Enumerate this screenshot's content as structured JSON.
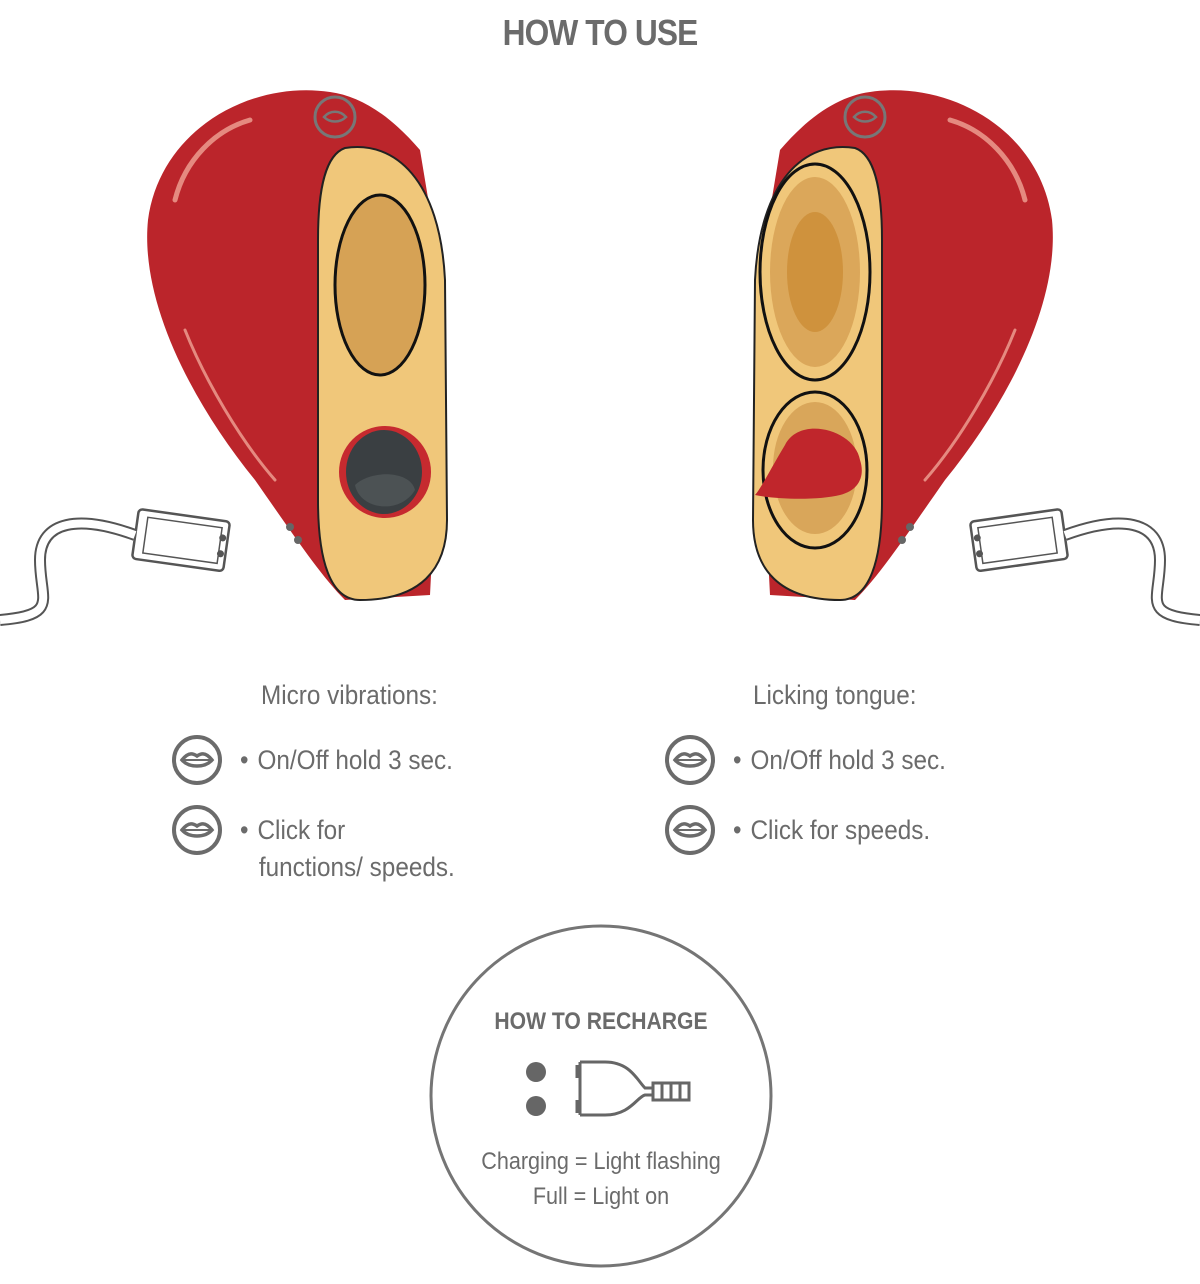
{
  "title": "HOW TO USE",
  "left": {
    "heading": "Micro vibrations:",
    "items": [
      {
        "icon": "lips-button-icon",
        "text": "On/Off hold 3 sec."
      },
      {
        "icon": "lips-button-icon",
        "text": "Click for",
        "text2": "functions/ speeds."
      }
    ]
  },
  "right": {
    "heading": "Licking tongue:",
    "items": [
      {
        "icon": "lips-button-icon",
        "text": "On/Off hold 3 sec."
      },
      {
        "icon": "lips-button-icon",
        "text": "Click for speeds."
      }
    ]
  },
  "recharge": {
    "title": "HOW TO RECHARGE",
    "line1": "Charging = Light flashing",
    "line2": "Full = Light on"
  },
  "colors": {
    "red": "#bb252b",
    "face": "#f0c77a",
    "gold": "#d6a255",
    "text": "#6b6b6b"
  }
}
